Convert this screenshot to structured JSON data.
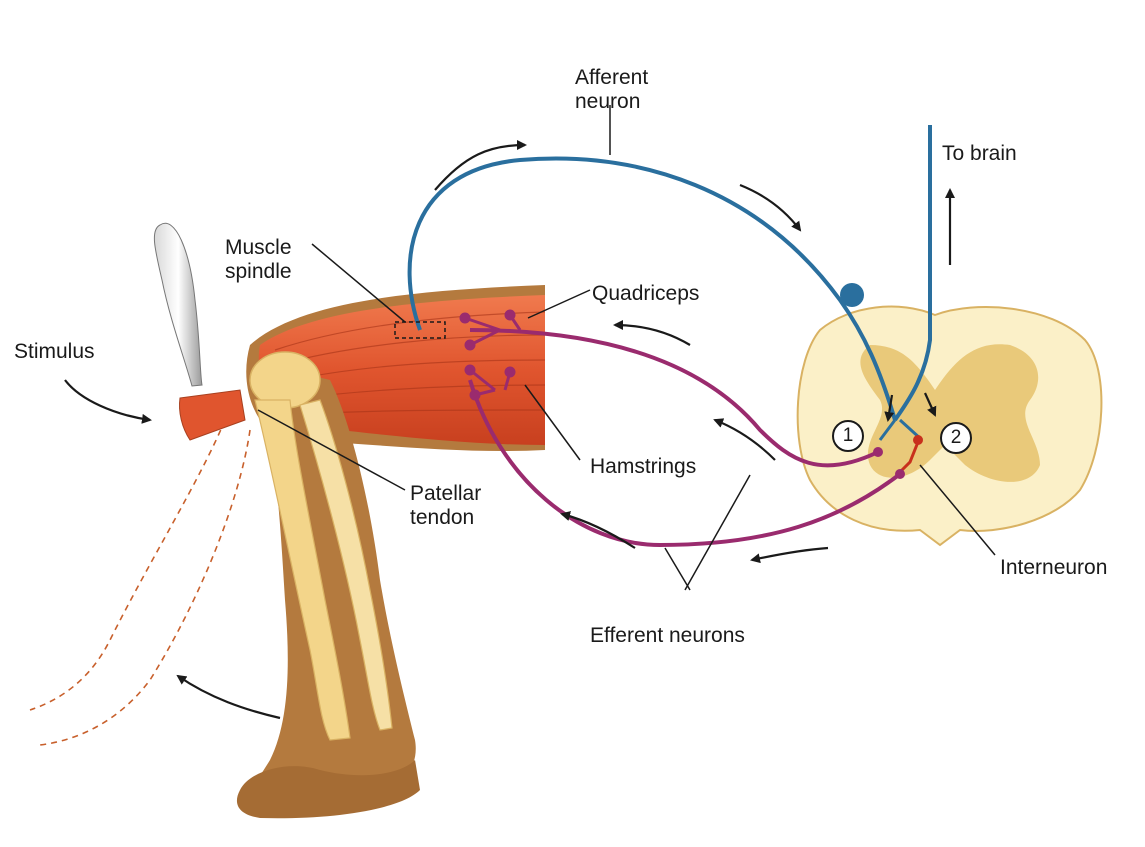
{
  "labels": {
    "afferent_neuron": "Afferent\nneuron",
    "to_brain": "To brain",
    "muscle_spindle": "Muscle\nspindle",
    "quadriceps": "Quadriceps",
    "stimulus": "Stimulus",
    "hamstrings": "Hamstrings",
    "patellar_tendon": "Patellar\ntendon",
    "interneuron": "Interneuron",
    "efferent_neurons": "Efferent neurons"
  },
  "markers": {
    "one": "1",
    "two": "2"
  },
  "colors": {
    "afferent": "#2a6f9e",
    "efferent": "#9a2b6e",
    "interneuron": "#c8301c",
    "skin": "#b47a3e",
    "muscle": "#e0552e",
    "bone": "#f3d58a",
    "spinal_gray": "#e9c97a",
    "spinal_white": "#fbf0c8"
  }
}
